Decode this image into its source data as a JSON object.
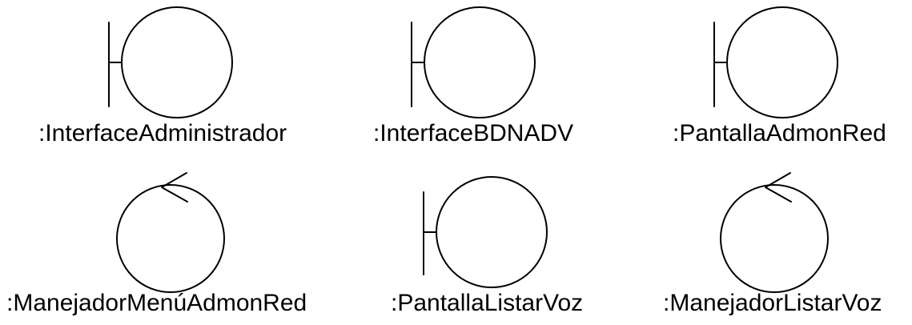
{
  "diagram": {
    "stroke_color": "#000000",
    "elements": [
      {
        "kind": "boundary",
        "icon": "boundary-icon",
        "label": ":InterfaceAdministrador"
      },
      {
        "kind": "boundary",
        "icon": "boundary-icon",
        "label": ":InterfaceBDNADV"
      },
      {
        "kind": "boundary",
        "icon": "boundary-icon",
        "label": ":PantallaAdmonRed"
      },
      {
        "kind": "control",
        "icon": "control-icon",
        "label": ":ManejadorMenúAdmonRed"
      },
      {
        "kind": "boundary",
        "icon": "boundary-icon",
        "label": ":PantallaListarVoz"
      },
      {
        "kind": "control",
        "icon": "control-icon",
        "label": ":ManejadorListarVoz"
      }
    ]
  }
}
